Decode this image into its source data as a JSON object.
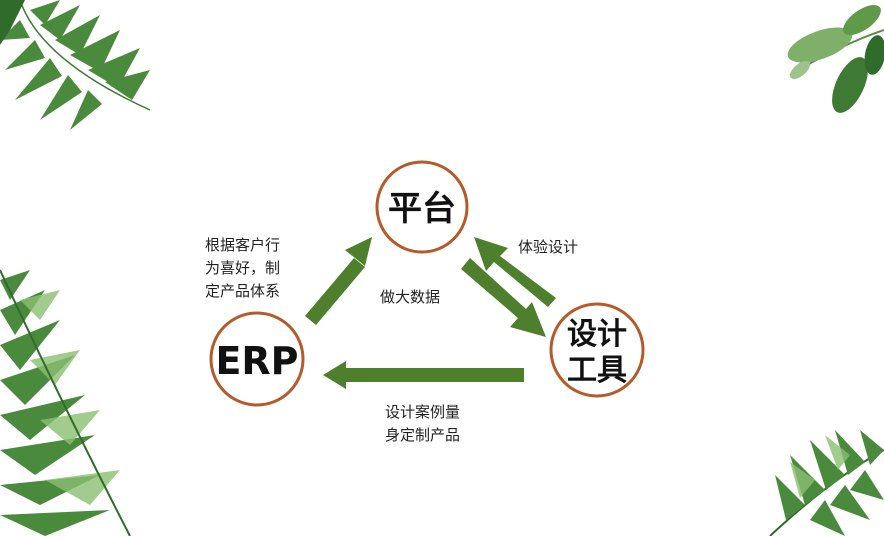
{
  "diagram": {
    "nodes": {
      "platform": {
        "label": "平台"
      },
      "erp": {
        "label": "ERP"
      },
      "design_tool": {
        "line1": "设计",
        "line2": "工具"
      }
    },
    "annotations": {
      "erp_to_platform": {
        "line1": "根据客户行",
        "line2": "为喜好，制",
        "line3": "定产品体系"
      },
      "tool_to_platform": "体验设计",
      "platform_to_tool": "做大数据",
      "tool_to_erp": {
        "line1": "设计案例量",
        "line2": "身定制产品"
      }
    }
  },
  "colors": {
    "circle_border": "#b55a2a",
    "arrow": "#4e7f2c",
    "leaf_dark": "#3f7a35",
    "leaf_light": "#7fb069",
    "text": "#222222"
  }
}
